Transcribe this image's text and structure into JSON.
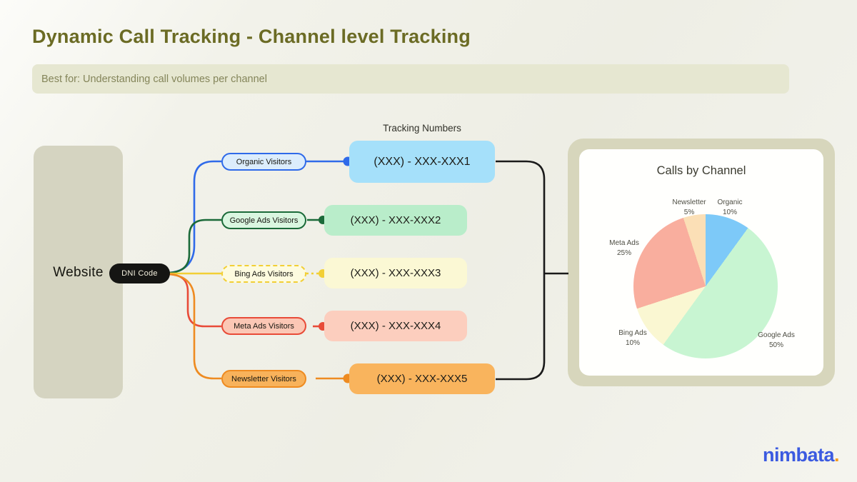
{
  "header": {
    "title": "Dynamic Call Tracking - Channel level Tracking",
    "subtitle": "Best for: Understanding call volumes per channel"
  },
  "diagram": {
    "website_label": "Website",
    "dni_label": "DNI Code",
    "tracking_numbers_heading": "Tracking Numbers",
    "line_color_merge": "#1a1a1a",
    "rows": [
      {
        "channel": "Organic Visitors",
        "number": "(XXX) - XXX-XXX1",
        "color": "#2f6ae9",
        "pill_bg": "#dcedfc",
        "box_bg": "#a5e0fa"
      },
      {
        "channel": "Google Ads Visitors",
        "number": "(XXX) - XXX-XXX2",
        "color": "#1b6a39",
        "pill_bg": "#daf6e0",
        "box_bg": "#b9edca"
      },
      {
        "channel": "Bing Ads Visitors",
        "number": "(XXX) - XXX-XXX3",
        "color": "#f2cf35",
        "pill_bg": "#fdfbdf",
        "box_bg": "#fbf8d4"
      },
      {
        "channel": "Meta Ads Visitors",
        "number": "(XXX) - XXX-XXX4",
        "color": "#e84b38",
        "pill_bg": "#fbc7b5",
        "box_bg": "#fccebe"
      },
      {
        "channel": "Newsletter Visitors",
        "number": "(XXX) - XXX-XXX5",
        "color": "#ee8b21",
        "pill_bg": "#f8b25b",
        "box_bg": "#f9b45d"
      }
    ]
  },
  "chart_data": {
    "type": "pie",
    "title": "Calls by Channel",
    "categories": [
      "Organic",
      "Google Ads",
      "Bing Ads",
      "Meta Ads",
      "Newsletter"
    ],
    "values": [
      10,
      50,
      10,
      25,
      5
    ],
    "unit": "%",
    "colors": [
      "#7dc9f8",
      "#c8f5d2",
      "#faf7d2",
      "#f9ae9e",
      "#fbdfb6"
    ],
    "start_angle_deg": 0,
    "direction": "clockwise",
    "legend": "none",
    "labels_outside": true
  },
  "footer": {
    "brand": "nimbata",
    "brand_suffix": ".",
    "brand_color": "#3b5ae0",
    "dot_color": "#f59c1e"
  }
}
